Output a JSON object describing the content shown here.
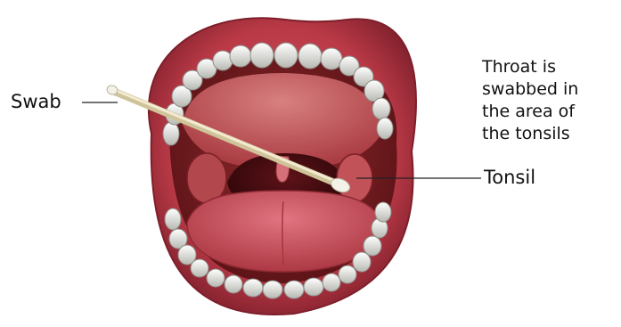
{
  "labels": {
    "swab": "Swab",
    "tonsil": "Tonsil"
  },
  "note": {
    "lines": [
      "Throat is",
      "swabbed in",
      "the area of",
      "the tonsils"
    ]
  },
  "colors": {
    "lip": "#b93946",
    "lip_dark": "#7d1f2b",
    "mouth_inner": "#6e1a1f",
    "palate": "#c85a5a",
    "throat": "#4a0e12",
    "tongue": "#c9505b",
    "tooth": "#eeeeea",
    "tooth_shadow": "#a9a9a4",
    "swab_stick": "#e8dcb0",
    "swab_tip": "#f4f1e8",
    "leader_line": "#222222"
  }
}
